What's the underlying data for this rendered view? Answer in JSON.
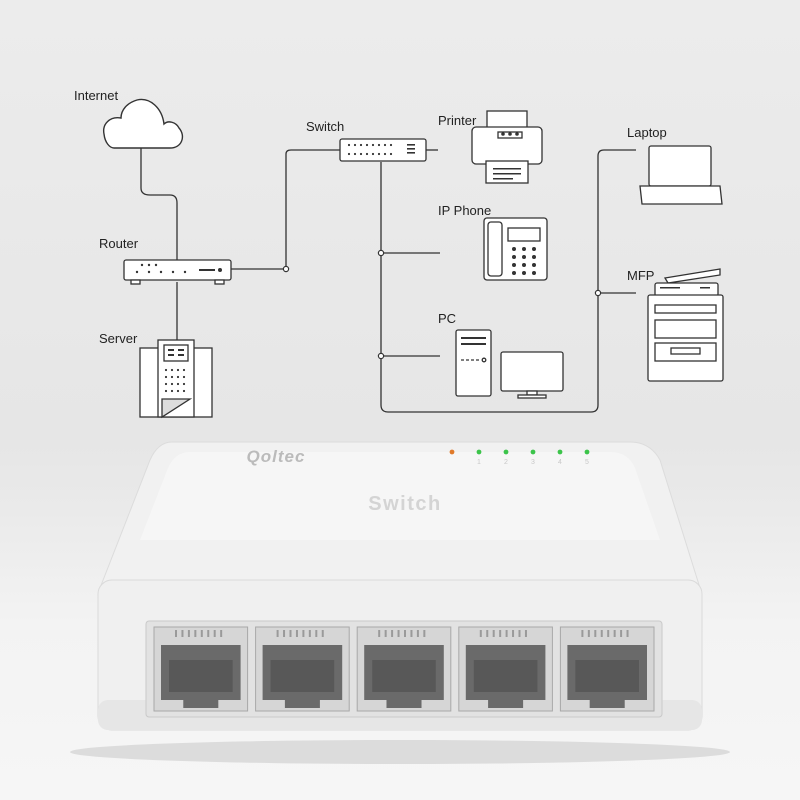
{
  "nodes": {
    "internet": "Internet",
    "router": "Router",
    "server": "Server",
    "switch": "Switch",
    "printer": "Printer",
    "ip_phone": "IP Phone",
    "pc": "PC",
    "laptop": "Laptop",
    "mfp": "MFP"
  },
  "product": {
    "brand": "Qoltec",
    "label": "Switch",
    "port_count": 5,
    "led_colors": [
      "#e07a2a",
      "#3cc44a",
      "#3cc44a",
      "#3cc44a",
      "#3cc44a",
      "#3cc44a"
    ],
    "led_numbers": [
      "1",
      "2",
      "3",
      "4",
      "5"
    ]
  },
  "colors": {
    "line": "#333333",
    "icon_fill": "#ffffff",
    "device_body": "#f4f4f4",
    "port_dark": "#6a6a6a"
  }
}
